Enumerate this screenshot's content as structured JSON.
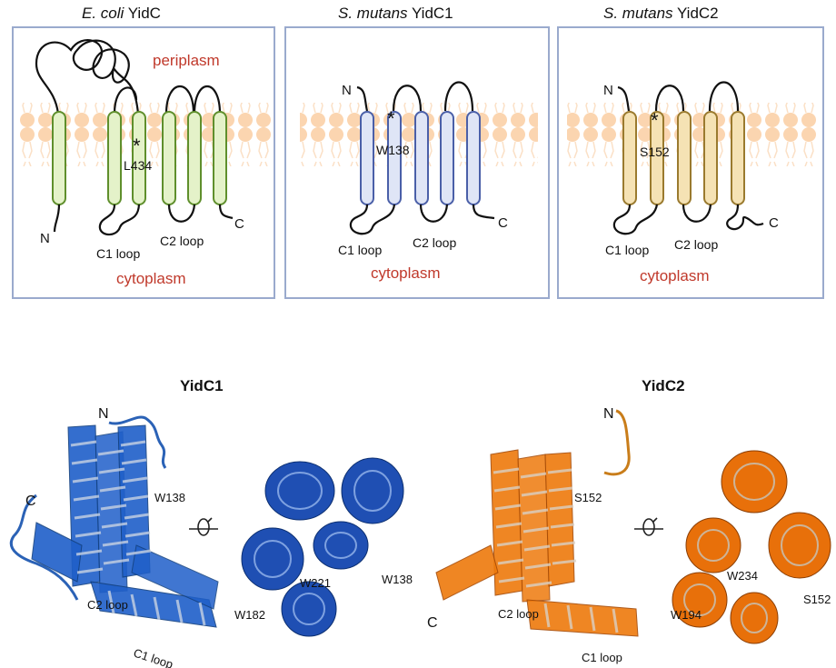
{
  "colors": {
    "panel_border": "#9aaacd",
    "lipid_head": "#fbd5b0",
    "lipid_tail": "#fbe0c6",
    "ecoli_helix_fill": "#e4f2c9",
    "ecoli_helix_stroke": "#5f8f2c",
    "yidc1_helix_fill": "#dfe5f6",
    "yidc1_helix_stroke": "#4a5fa8",
    "yidc2_helix_fill": "#f5e2b4",
    "yidc2_helix_stroke": "#9a7a2e",
    "compartment_label": "#c0392b",
    "yidc1_structure": "#1f5fc9",
    "yidc2_structure": "#ee7a0c"
  },
  "panels": [
    {
      "id": "ecoli",
      "title_italic": "E. coli",
      "title_plain": " YidC",
      "periplasm": "periplasm",
      "cytoplasm": "cytoplasm",
      "residue": "L434",
      "star": "*",
      "n_label": "N",
      "c_label": "C",
      "loop1": "C1 loop",
      "loop2": "C2 loop"
    },
    {
      "id": "yidc1",
      "title_italic": "S. mutans",
      "title_plain": " YidC1",
      "cytoplasm": "cytoplasm",
      "residue": "W138",
      "star": "*",
      "n_label": "N",
      "c_label": "C",
      "loop1": "C1 loop",
      "loop2": "C2 loop"
    },
    {
      "id": "yidc2",
      "title_italic": "S. mutans",
      "title_plain": " YidC2",
      "cytoplasm": "cytoplasm",
      "residue": "S152",
      "star": "*",
      "n_label": "N",
      "c_label": "C",
      "loop1": "C1 loop",
      "loop2": "C2 loop"
    }
  ],
  "structures": {
    "yidc1": {
      "title": "YidC1",
      "n_label": "N",
      "c_label": "C",
      "residue_side": "W138",
      "loop2": "C2 loop",
      "loop1": "C1 loop",
      "top_residues": [
        "W182",
        "W221",
        "W138"
      ]
    },
    "yidc2": {
      "title": "YidC2",
      "n_label": "N",
      "c_label": "C",
      "residue_side": "S152",
      "loop2": "C2 loop",
      "loop1": "C1 loop",
      "top_residues": [
        "W194",
        "W234",
        "S152"
      ]
    }
  }
}
